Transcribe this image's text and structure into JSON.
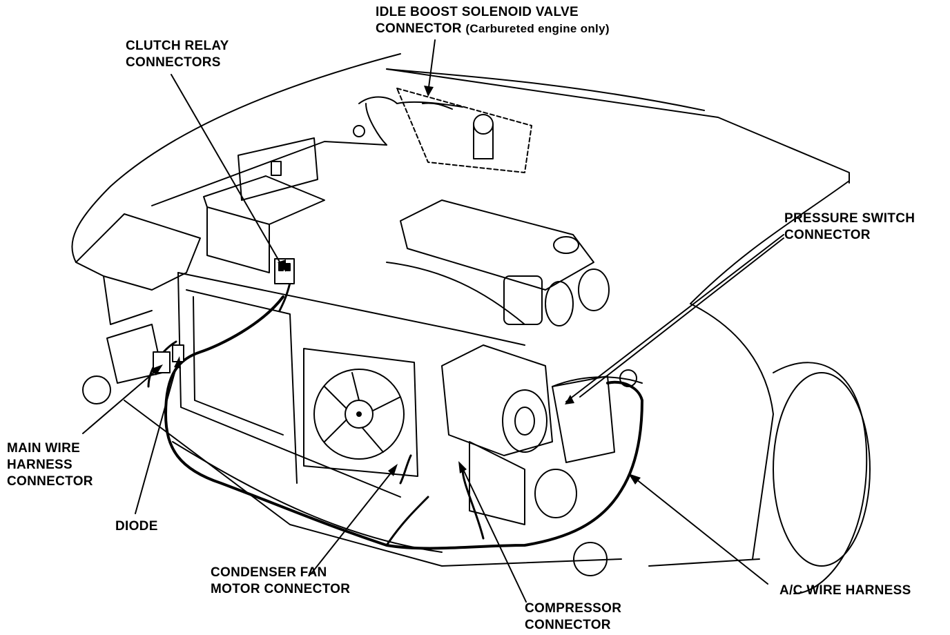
{
  "diagram": {
    "line_color": "#000000",
    "background": "#ffffff",
    "labels": {
      "idle_boost": {
        "line1": "IDLE BOOST SOLENOID VALVE",
        "line2_main": "CONNECTOR",
        "line2_note": "(Carbureted engine only)"
      },
      "clutch_relay": {
        "line1": "CLUTCH RELAY",
        "line2": "CONNECTORS"
      },
      "pressure_switch": {
        "line1": "PRESSURE SWITCH",
        "line2": "CONNECTOR"
      },
      "main_wire": {
        "line1": "MAIN WIRE",
        "line2": "HARNESS",
        "line3": "CONNECTOR"
      },
      "diode": {
        "line1": "DIODE"
      },
      "condenser_fan": {
        "line1": "CONDENSER FAN",
        "line2": "MOTOR CONNECTOR"
      },
      "compressor": {
        "line1": "COMPRESSOR",
        "line2": "CONNECTOR"
      },
      "ac_harness": {
        "line1": "A/C WIRE HARNESS"
      }
    }
  }
}
